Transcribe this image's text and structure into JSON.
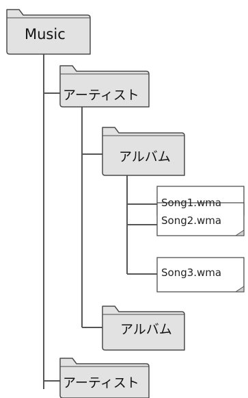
{
  "tree": {
    "root": {
      "label": "Music",
      "icon": "folder-icon"
    },
    "artist_1": {
      "label": "アーティスト",
      "icon": "folder-icon"
    },
    "album_1": {
      "label": "アルバム",
      "icon": "folder-icon"
    },
    "songs": [
      {
        "label": "Song1.wma",
        "icon": "file-icon"
      },
      {
        "label": "Song2.wma",
        "icon": "file-icon"
      },
      {
        "label": "Song3.wma",
        "icon": "file-icon"
      }
    ],
    "album_2": {
      "label": "アルバム",
      "icon": "folder-icon"
    },
    "artist_2": {
      "label": "アーティスト",
      "icon": "folder-icon"
    }
  },
  "colors": {
    "folder_fill": "#e2e2e2",
    "folder_stroke": "#4a4a4a",
    "connector": "#555555",
    "file_fill": "#ffffff"
  }
}
